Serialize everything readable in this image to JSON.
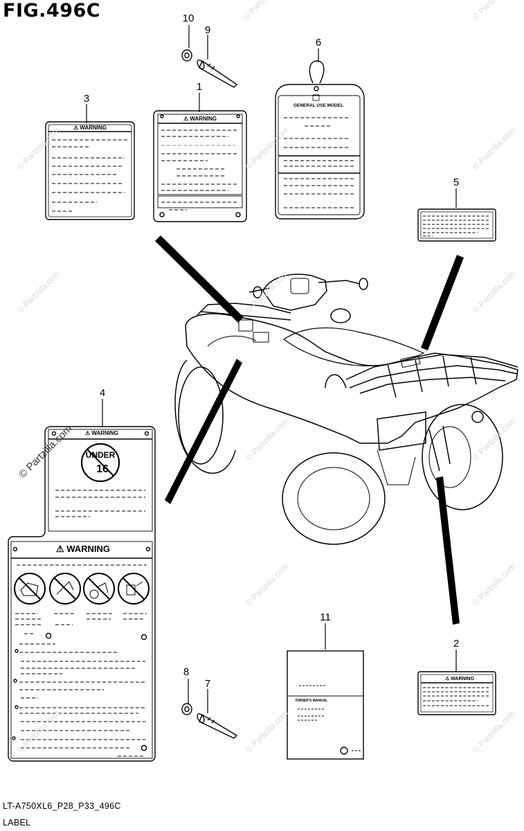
{
  "figure": {
    "title": "FIG.496C",
    "code": "LT-A750XL6_P28_P33_496C",
    "caption": "LABEL"
  },
  "callouts": [
    "1",
    "2",
    "3",
    "4",
    "5",
    "6",
    "7",
    "8",
    "9",
    "10",
    "11"
  ],
  "label_texts": {
    "warning": "WARNING",
    "warning_symbol": "⚠",
    "general_use": "GENERAL USE MODEL",
    "under": "UNDER",
    "age": "16",
    "owners_manual": "OWNER'S MANUAL"
  },
  "watermark": "© Partzilla.com"
}
